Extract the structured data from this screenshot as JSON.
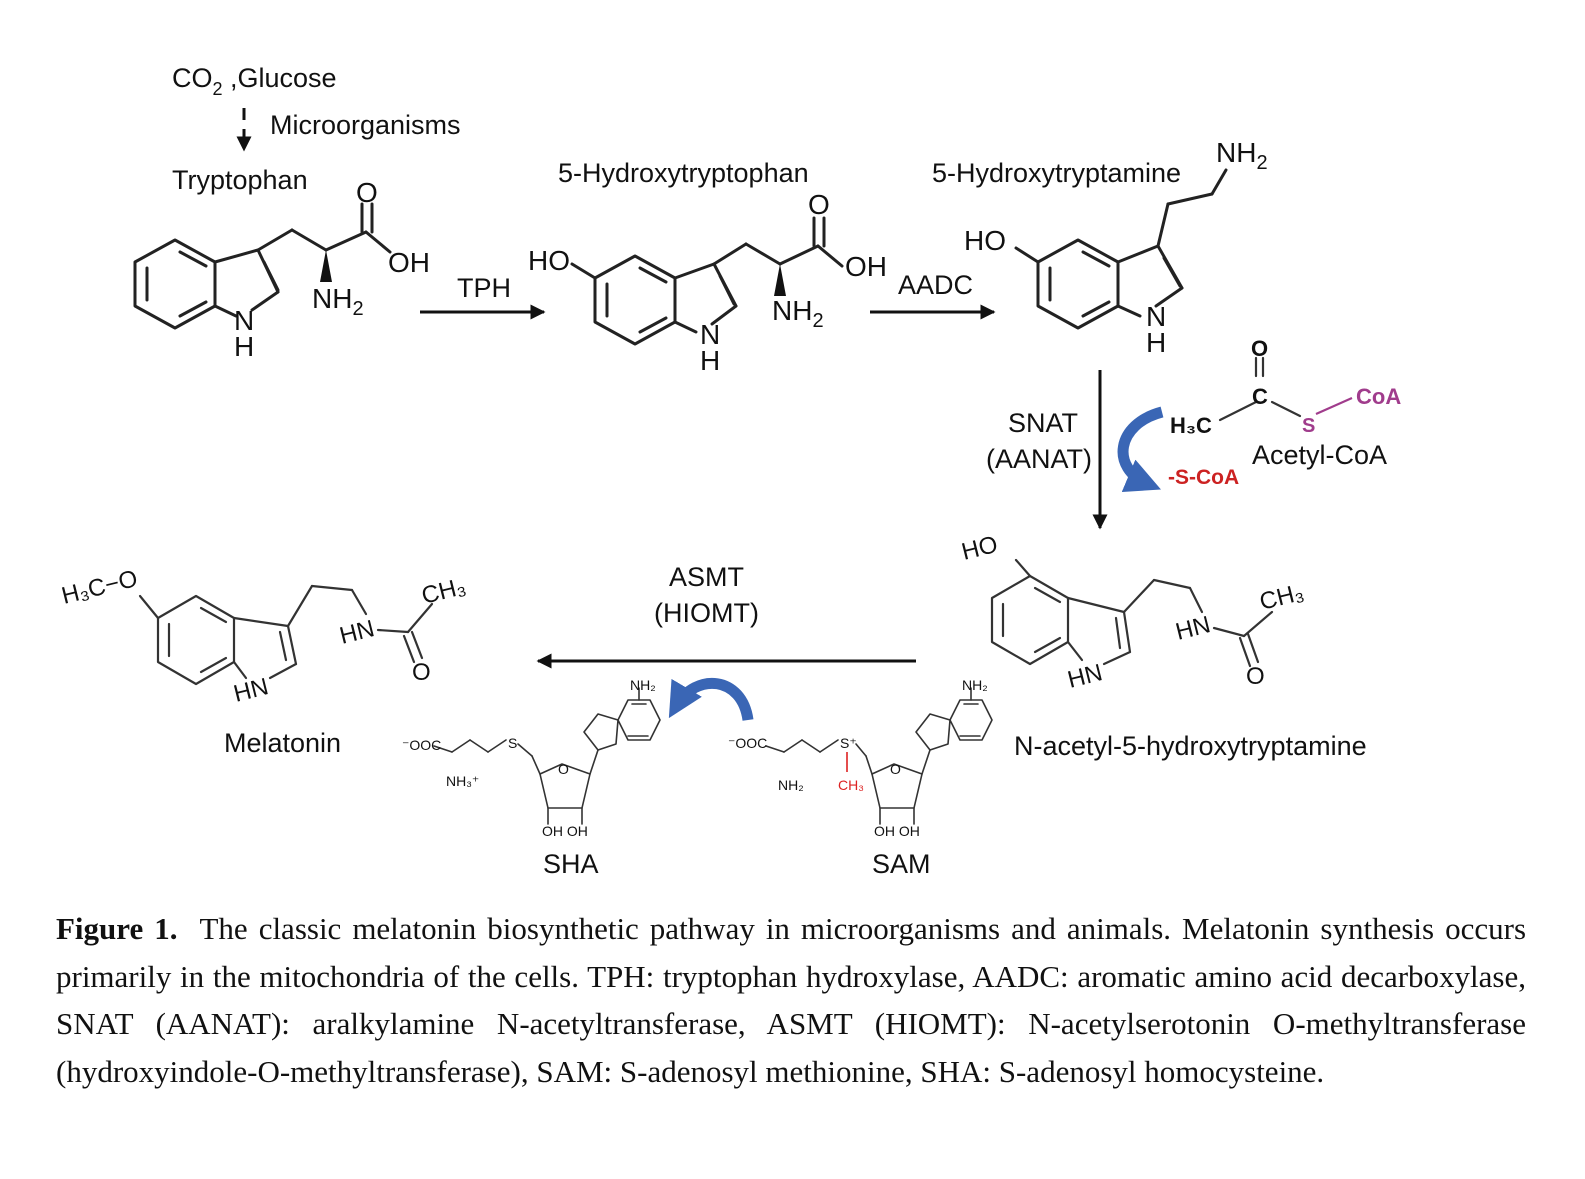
{
  "labels": {
    "co2": "CO",
    "co2_sub": "2",
    "glucose": " ,Glucose",
    "microorganisms": "Microorganisms",
    "tryptophan": "Tryptophan",
    "hydroxytryptophan": "5-Hydroxytryptophan",
    "hydroxytryptamine": "5-Hydroxytryptamine",
    "nacetyl": "N-acetyl-5-hydroxytryptamine",
    "melatonin": "Melatonin",
    "acetylcoa": "Acetyl-CoA",
    "sha": "SHA",
    "sam": "SAM"
  },
  "enzymes": {
    "tph": "TPH",
    "aadc": "AADC",
    "snat": "SNAT",
    "snat_alt": "(AANAT)",
    "asmt": "ASMT",
    "asmt_alt": "(HIOMT)"
  },
  "atoms": {
    "o": "O",
    "oh": "OH",
    "ho": "HO",
    "n": "N",
    "h": "H",
    "hn": "HN",
    "nh": "NH",
    "sub2": "2",
    "ch3": "CH₃",
    "h3c_o": "H₃C−O",
    "h3c": "H₃C",
    "c": "C",
    "s": "S",
    "coa": "CoA",
    "s_coa": "-S-CoA",
    "ooc": "⁻OOC",
    "nh2_small": "NH₂",
    "nh3_small": "NH₃⁺",
    "s_plus": "S⁺",
    "ch3_small": "CH₃",
    "oh_oh": "OH  OH"
  },
  "colors": {
    "curved_arrow": "#3a66b5",
    "sulfur": "#a03c8c",
    "coa_leaving": "#cc2222",
    "methyl_red": "#dd2222"
  },
  "caption": {
    "label": "Figure 1.",
    "text": "The classic melatonin biosynthetic pathway in microorganisms and animals. Melatonin synthesis occurs primarily in the mitochondria of the cells. TPH: tryptophan hydroxylase, AADC: aromatic amino acid decarboxylase, SNAT (AANAT): aralkylamine N-acetyltransferase, ASMT (HIOMT): N-acetylserotonin O-methyltransferase (hydroxyindole-O-methyltransferase), SAM: S-adenosyl methionine, SHA: S-adenosyl homocysteine."
  }
}
